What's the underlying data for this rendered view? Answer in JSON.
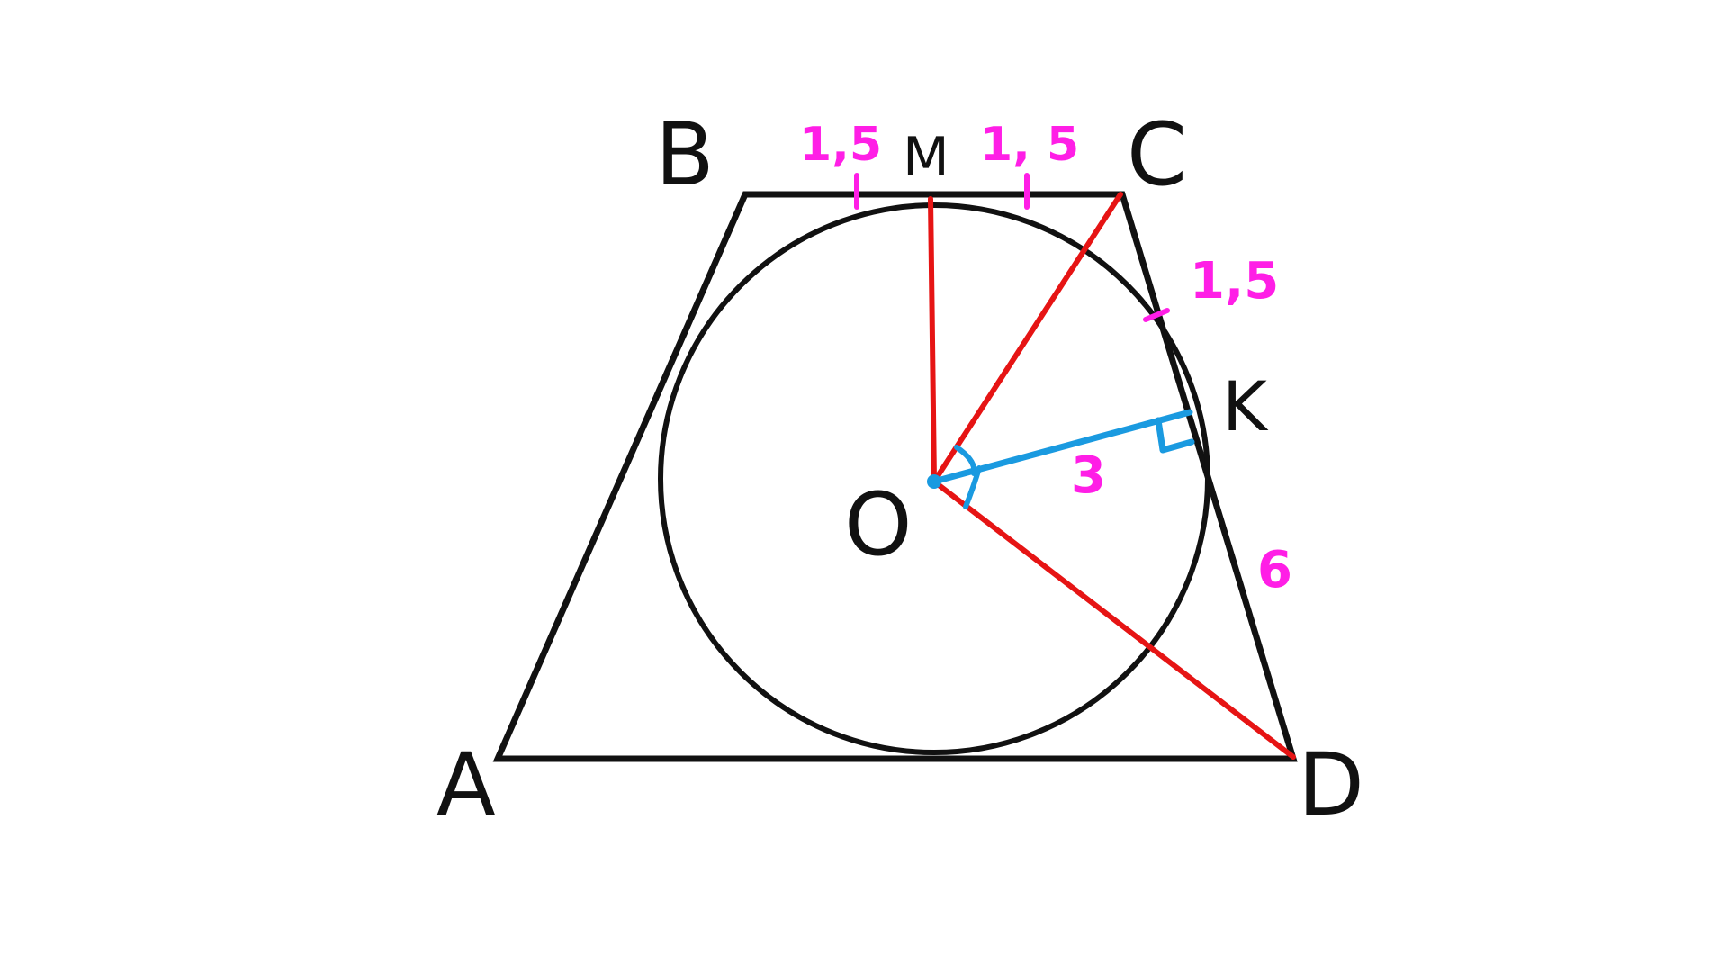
{
  "colors": {
    "outline": "#111111",
    "red_segments": "#e61414",
    "blue_segment": "#1a9ae0",
    "magenta_labels": "#ff1ee6"
  },
  "vertices": {
    "A": "A",
    "B": "B",
    "C": "C",
    "D": "D",
    "M": "M",
    "K": "K",
    "O": "O"
  },
  "annotations": {
    "bm": "1,5",
    "mc": "1, 5",
    "ck": "1,5",
    "ok": "3",
    "kd": "6"
  }
}
